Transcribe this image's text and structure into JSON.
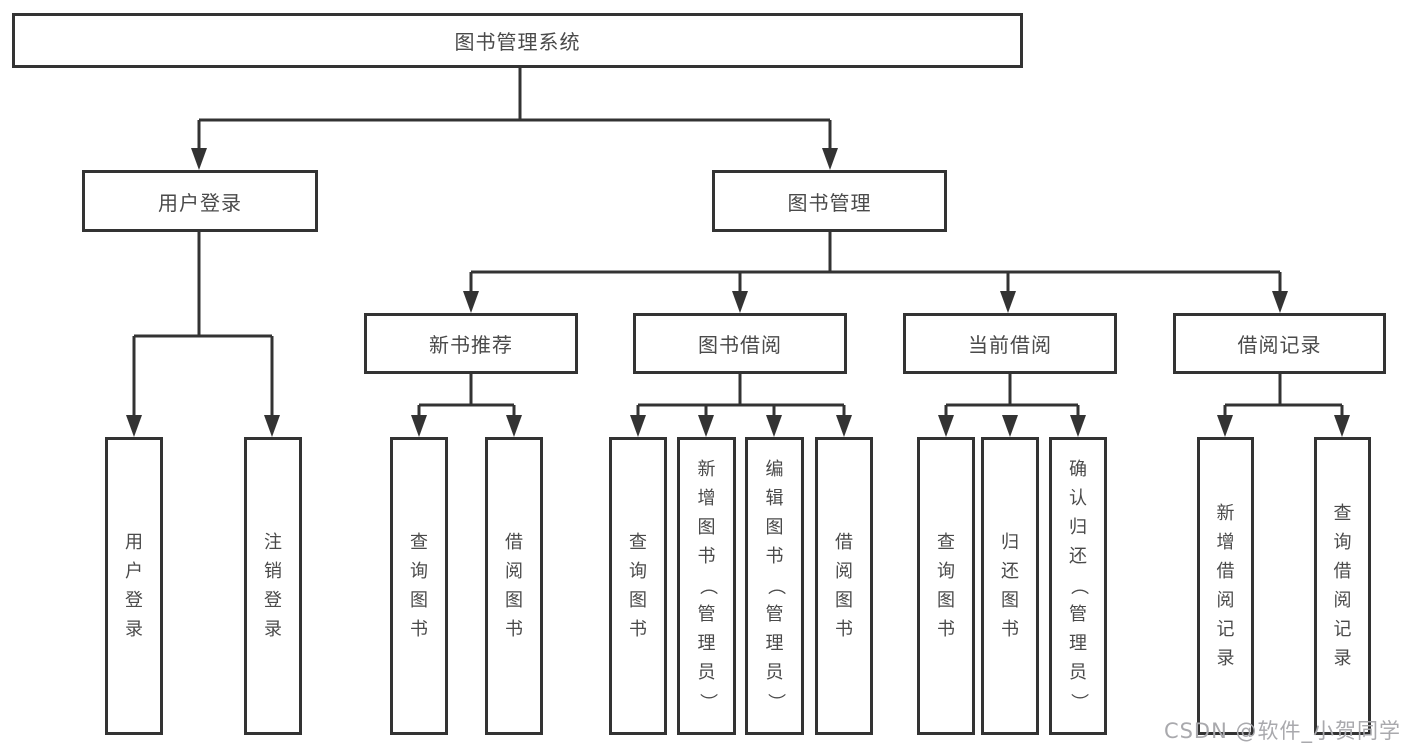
{
  "diagram": {
    "tree": {
      "root": "图书管理系统",
      "children": [
        {
          "label": "用户登录",
          "children": [
            {
              "label": "用户登录"
            },
            {
              "label": "注销登录"
            }
          ]
        },
        {
          "label": "图书管理",
          "children": [
            {
              "label": "新书推荐",
              "children": [
                {
                  "label": "查询图书"
                },
                {
                  "label": "借阅图书"
                }
              ]
            },
            {
              "label": "图书借阅",
              "children": [
                {
                  "label": "查询图书"
                },
                {
                  "label": "新增图书（管理员）"
                },
                {
                  "label": "编辑图书（管理员）"
                },
                {
                  "label": "借阅图书"
                }
              ]
            },
            {
              "label": "当前借阅",
              "children": [
                {
                  "label": "查询图书"
                },
                {
                  "label": "归还图书"
                },
                {
                  "label": "确认归还（管理员）"
                }
              ]
            },
            {
              "label": "借阅记录",
              "children": [
                {
                  "label": "新增借阅记录"
                },
                {
                  "label": "查询借阅记录"
                }
              ]
            }
          ]
        }
      ]
    },
    "watermark": "CSDN @软件_小贺同学",
    "colors": {
      "line": "#333333",
      "box_border": "#333333",
      "text": "#4a4a4a",
      "background": "#ffffff",
      "watermark": "#a9a9ad"
    }
  }
}
